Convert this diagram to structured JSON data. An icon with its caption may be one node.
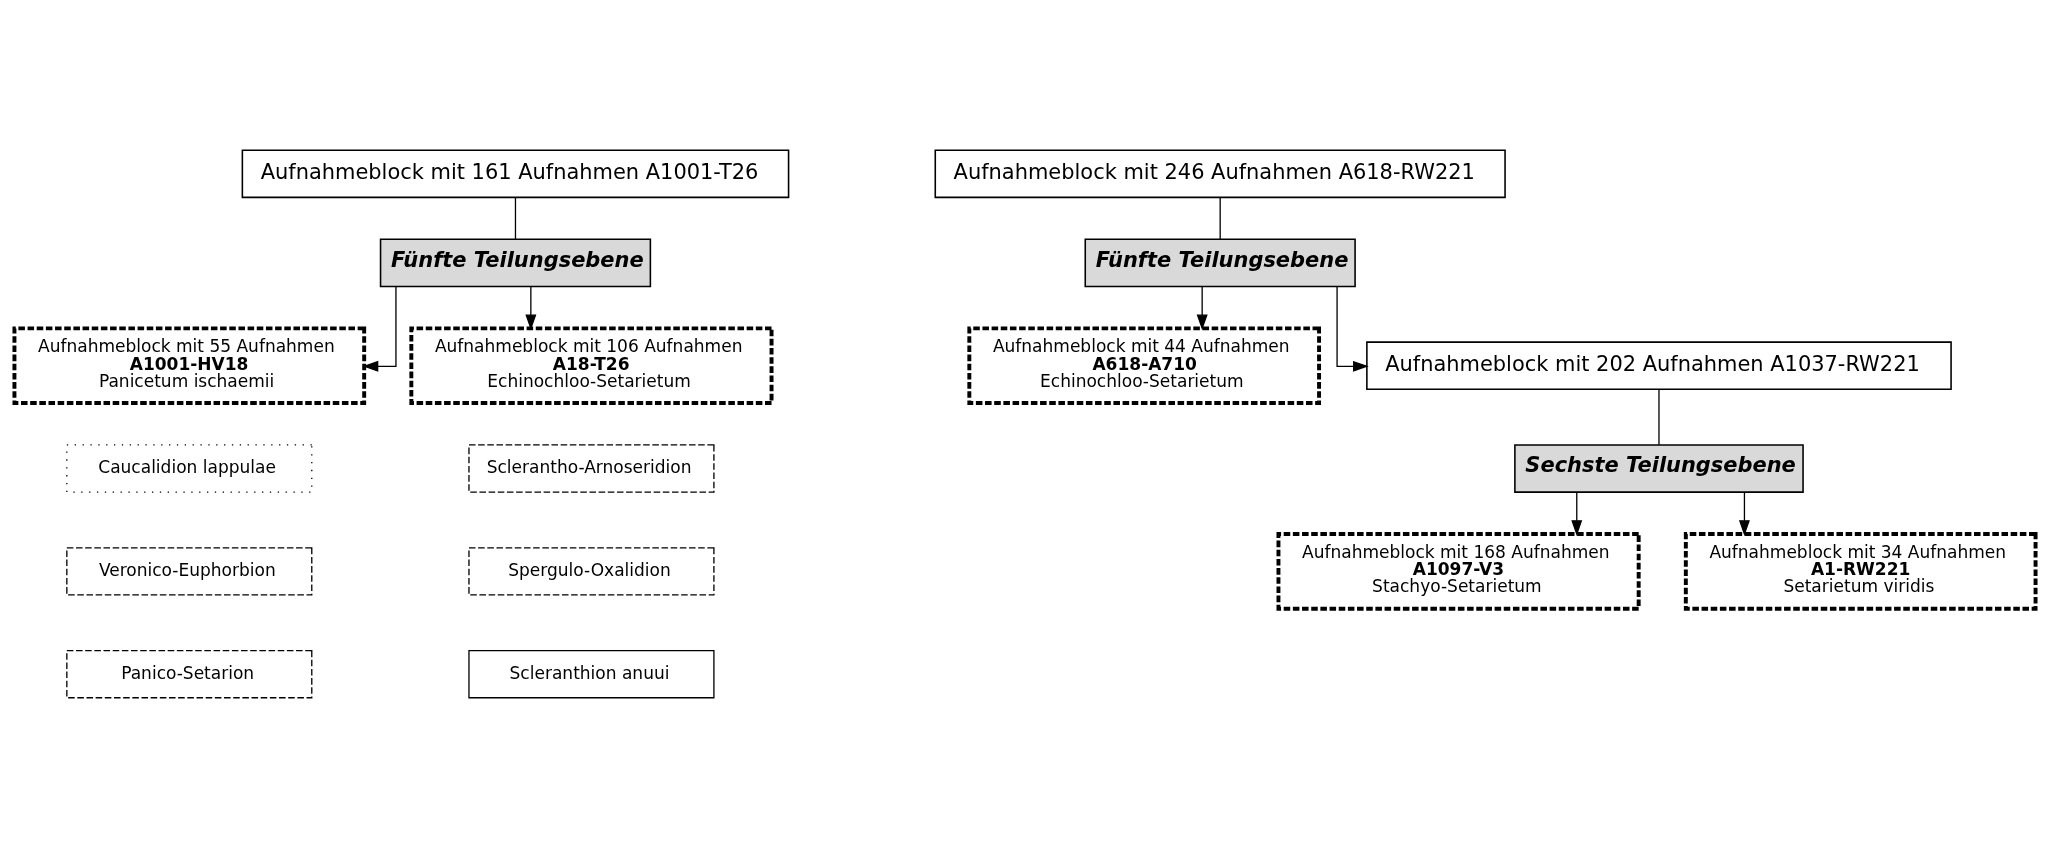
{
  "diagram": {
    "nodes": [
      {
        "text": [
          "Aufnahmeblock mit 161 Aufnahmen A1001-T26"
        ]
      },
      {
        "text": [
          "Fünfte Teilungsebene"
        ]
      },
      {
        "text": [
          "Aufnahmeblock mit 55 Aufnahmen",
          "**A1001-HV18**",
          "Panicetum ischaemii"
        ]
      },
      {
        "text": [
          "Aufnahmeblock mit 106 Aufnahmen",
          "**A18-T26**",
          "Echinochloo-Setarietum"
        ]
      },
      {
        "text": [
          "Aufnahmeblock mit 246 Aufnahmen A618-RW221"
        ]
      },
      {
        "text": [
          "Fünfte Teilungsebene"
        ]
      },
      {
        "text": [
          "Aufnahmeblock mit 44 Aufnahmen",
          "**A618-A710**",
          "Echinochloo-Setarietum"
        ]
      },
      {
        "text": [
          "Aufnahmeblock mit 202 Aufnahmen A1037-RW221"
        ]
      },
      {
        "text": [
          "Sechste Teilungsebene"
        ]
      },
      {
        "text": [
          "Aufnahmeblock mit 168 Aufnahmen",
          "**A1097-V3**",
          "Stachyo-Setarietum"
        ]
      },
      {
        "text": [
          "Aufnahmeblock mit 34 Aufnahmen",
          "**A1-RW221**",
          "Setarietum viridis"
        ]
      }
    ],
    "edges": [
      {
        "from": 0,
        "to": 1,
        "arrow": "none"
      },
      {
        "from": 1,
        "to": 2,
        "arrow": "to"
      },
      {
        "from": 1,
        "to": 3,
        "arrow": "to"
      },
      {
        "from": 4,
        "to": 5,
        "arrow": "none"
      },
      {
        "from": 5,
        "to": 6,
        "arrow": "to"
      },
      {
        "from": 5,
        "to": 7,
        "arrow": "to"
      },
      {
        "from": 7,
        "to": 8,
        "arrow": "none"
      },
      {
        "from": 8,
        "to": 9,
        "arrow": "to"
      },
      {
        "from": 8,
        "to": 10,
        "arrow": "to"
      }
    ],
    "legend": [
      {
        "text": "Caucalidion lappulae"
      },
      {
        "text": "Sclerantho-Arnoseridion"
      },
      {
        "text": "Veronico-Euphorbion"
      },
      {
        "text": "Spergulo-Oxalidion"
      },
      {
        "text": "Panico-Setarion"
      },
      {
        "text": "Scleranthion anuui"
      }
    ]
  }
}
